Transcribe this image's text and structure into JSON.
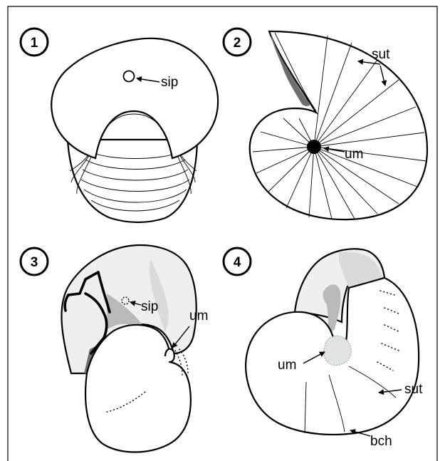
{
  "panels": [
    {
      "number": "1",
      "labels": {
        "sip": "sip"
      }
    },
    {
      "number": "2",
      "labels": {
        "sut": "sut",
        "um": "um"
      }
    },
    {
      "number": "3",
      "labels": {
        "sip": "sip",
        "um": "um"
      }
    },
    {
      "number": "4",
      "labels": {
        "um": "um",
        "sut": "sut",
        "bch": "bch"
      }
    }
  ],
  "colors": {
    "stroke": "#000000",
    "dark_gray": "#6e6e6e",
    "mid_gray": "#b9b9bd",
    "light_fill": "#eef0ef",
    "pale_umbilicus": "#dfe3e2"
  }
}
